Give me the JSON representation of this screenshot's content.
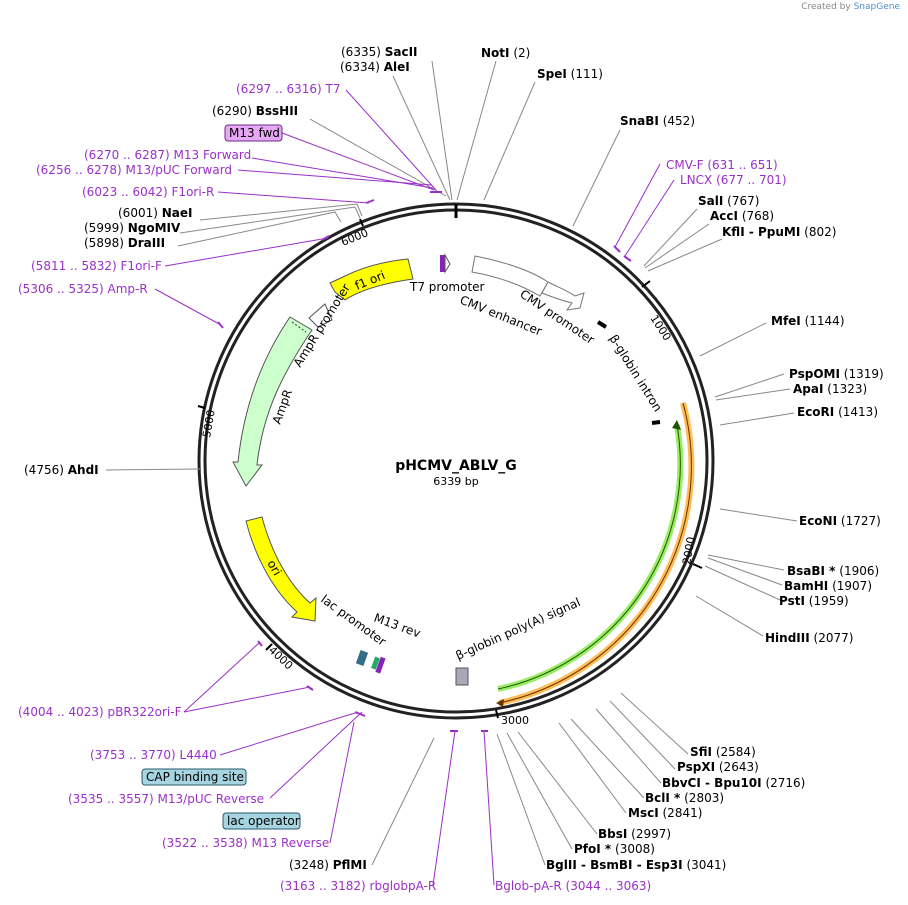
{
  "credit": {
    "prefix": "Created by",
    "brand": "SnapGene"
  },
  "plasmid": {
    "name": "pHCMV_ABLV_G",
    "length_label": "6339 bp"
  },
  "ticks": [
    "1000",
    "2000",
    "3000",
    "4000",
    "5000",
    "6000"
  ],
  "sites": [
    {
      "name": "SacII",
      "pos": "(6335)"
    },
    {
      "name": "AleI",
      "pos": "(6334)"
    },
    {
      "name": "NotI",
      "pos": "(2)"
    },
    {
      "name": "SpeI",
      "pos": "(111)"
    },
    {
      "name": "BssHII",
      "pos": "(6290)"
    },
    {
      "name": "SnaBI",
      "pos": "(452)"
    },
    {
      "name": "SalI",
      "pos": "(767)"
    },
    {
      "name": "AccI",
      "pos": "(768)"
    },
    {
      "name": "KflI - PpuMI",
      "pos": "(802)"
    },
    {
      "name": "NaeI",
      "pos": "(6001)"
    },
    {
      "name": "NgoMIV",
      "pos": "(5999)"
    },
    {
      "name": "DraIII",
      "pos": "(5898)"
    },
    {
      "name": "MfeI",
      "pos": "(1144)"
    },
    {
      "name": "PspOMI",
      "pos": "(1319)"
    },
    {
      "name": "ApaI",
      "pos": "(1323)"
    },
    {
      "name": "EcoRI",
      "pos": "(1413)"
    },
    {
      "name": "AhdI",
      "pos": "(4756)"
    },
    {
      "name": "EcoNI",
      "pos": "(1727)"
    },
    {
      "name": "BsaBI *",
      "pos": "(1906)"
    },
    {
      "name": "BamHI",
      "pos": "(1907)"
    },
    {
      "name": "PstI",
      "pos": "(1959)"
    },
    {
      "name": "HindIII",
      "pos": "(2077)"
    },
    {
      "name": "SfiI",
      "pos": "(2584)"
    },
    {
      "name": "PspXI",
      "pos": "(2643)"
    },
    {
      "name": "BbvCI - Bpu10I",
      "pos": "(2716)"
    },
    {
      "name": "BclI *",
      "pos": "(2803)"
    },
    {
      "name": "MscI",
      "pos": "(2841)"
    },
    {
      "name": "BbsI",
      "pos": "(2997)"
    },
    {
      "name": "PfoI *",
      "pos": "(3008)"
    },
    {
      "name": "BglII - BsmBI - Esp3I",
      "pos": "(3041)"
    },
    {
      "name": "PflMI",
      "pos": "(3248)"
    }
  ],
  "primers": [
    {
      "name": "T7",
      "range": "(6297 .. 6316)"
    },
    {
      "name": "M13 Forward",
      "range": "(6270 .. 6287)"
    },
    {
      "name": "M13/pUC Forward",
      "range": "(6256 .. 6278)"
    },
    {
      "name": "F1ori-R",
      "range": "(6023 .. 6042)"
    },
    {
      "name": "F1ori-F",
      "range": "(5811 .. 5832)"
    },
    {
      "name": "Amp-R",
      "range": "(5306 .. 5325)"
    },
    {
      "name": "CMV-F",
      "range": "(631 .. 651)"
    },
    {
      "name": "LNCX",
      "range": "(677 .. 701)"
    },
    {
      "name": "pBR322ori-F",
      "range": "(4004 .. 4023)"
    },
    {
      "name": "L4440",
      "range": "(3753 .. 3770)"
    },
    {
      "name": "M13/pUC Reverse",
      "range": "(3535 .. 3557)"
    },
    {
      "name": "M13 Reverse",
      "range": "(3522 .. 3538)"
    },
    {
      "name": "rbglobpA-R",
      "range": "(3163 .. 3182)"
    },
    {
      "name": "Bglob-pA-R",
      "range": "(3044 .. 3063)"
    }
  ],
  "boxes": {
    "m13fwd": "M13 fwd",
    "cap": "CAP binding site",
    "lacop": "lac operator"
  },
  "features": {
    "t7": "T7 promoter",
    "cmv_enh": "CMV enhancer",
    "cmv_prom": "CMV promoter",
    "bglobin_intron": "β-globin intron",
    "f1ori": "f1 ori",
    "ampr_prom": "AmpR promoter",
    "ampr": "AmpR",
    "ori": "ori",
    "lac_prom": "lac promoter",
    "m13rev": "M13 rev",
    "polya": "β-globin poly(A) signal"
  },
  "colors": {
    "primer": "#9b30c8",
    "yellow": "#ffff00",
    "ampr": "#ccffcc",
    "orf_green": "#99ee66",
    "orf_orange": "#ffbb55",
    "box_purple": "#e6a8f5",
    "box_teal": "#a6d4e0"
  }
}
